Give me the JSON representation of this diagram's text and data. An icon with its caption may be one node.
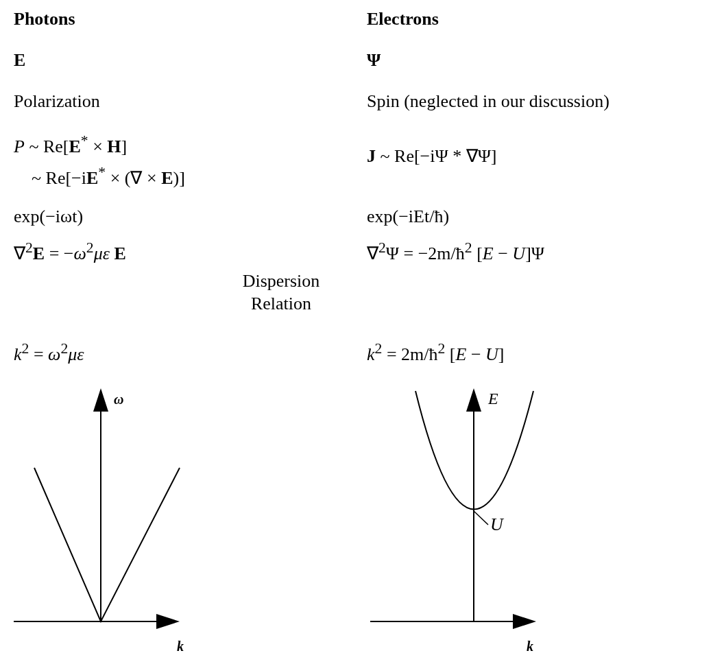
{
  "diagram": {
    "nodes": [
      {
        "text": [
          "*U*"
        ]
      },
      {
        "text": [],
        "shape": "curve"
      }
    ],
    "edges": [
      {
        "from": 0,
        "to": 1,
        "arrow": "none"
      }
    ],
    "labels": [
      "Photons",
      "Electrons",
      "E",
      "Ψ",
      "Polarization",
      "Spin (neglected in our discussion)",
      "*P* ~ Re[**E**$^{*}$ × **H**]",
      "~ Re[−i**E**$^{*}$ × (∇ × **E**)]",
      "**J** ~ Re[−iΨ * ∇Ψ]",
      "exp(−iωt)",
      "exp(−iEt/ħ)",
      "∇$^{2}$**E** = −*ω*$^{2}$*με* **E**",
      "∇$^{2}$Ψ = −2m/ħ$^{2}$ [*E* − *U*]Ψ",
      "Dispersion Relation",
      "*k*$^{2}$ = *ω*$^{2}$*με*",
      "*k*$^{2}$ = 2m/ħ$^{2}$ [*E* − *U*]",
      "ω",
      "E",
      "k",
      "k"
    ]
  }
}
